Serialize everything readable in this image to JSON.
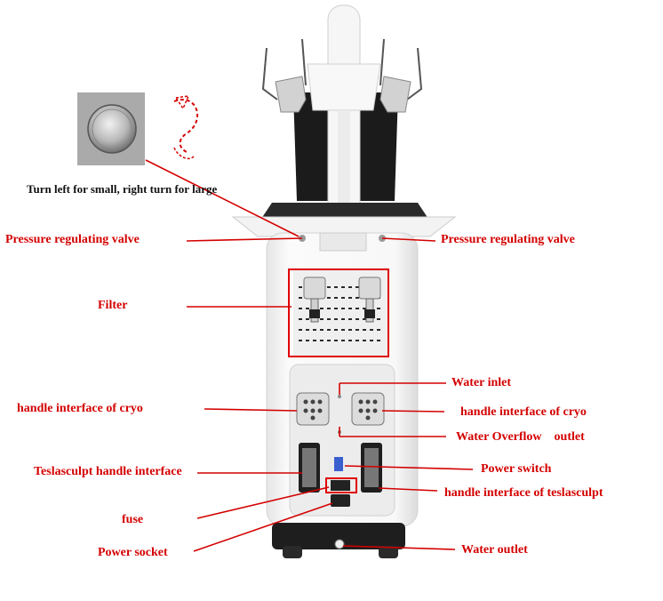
{
  "hint": "Turn left for small, right turn for large",
  "labels": {
    "pressure_valve_left": "Pressure regulating valve",
    "pressure_valve_right": "Pressure regulating valve",
    "filter": "Filter",
    "water_inlet": "Water inlet",
    "handle_cryo_left": "handle interface of cryo",
    "handle_cryo_right": "handle interface of cryo",
    "water_overflow": "Water Overflow    outlet",
    "teslasculpt_handle": "Teslasculpt handle interface",
    "power_switch": "Power switch",
    "handle_teslasculpt": "handle interface of teslasculpt",
    "fuse": "fuse",
    "power_socket": "Power socket",
    "water_outlet": "Water outlet"
  },
  "colors": {
    "label": "#d40000",
    "machine_body": "#f4f4f4",
    "screen": "#1b1b1b",
    "highlight_box": "#e00000"
  }
}
